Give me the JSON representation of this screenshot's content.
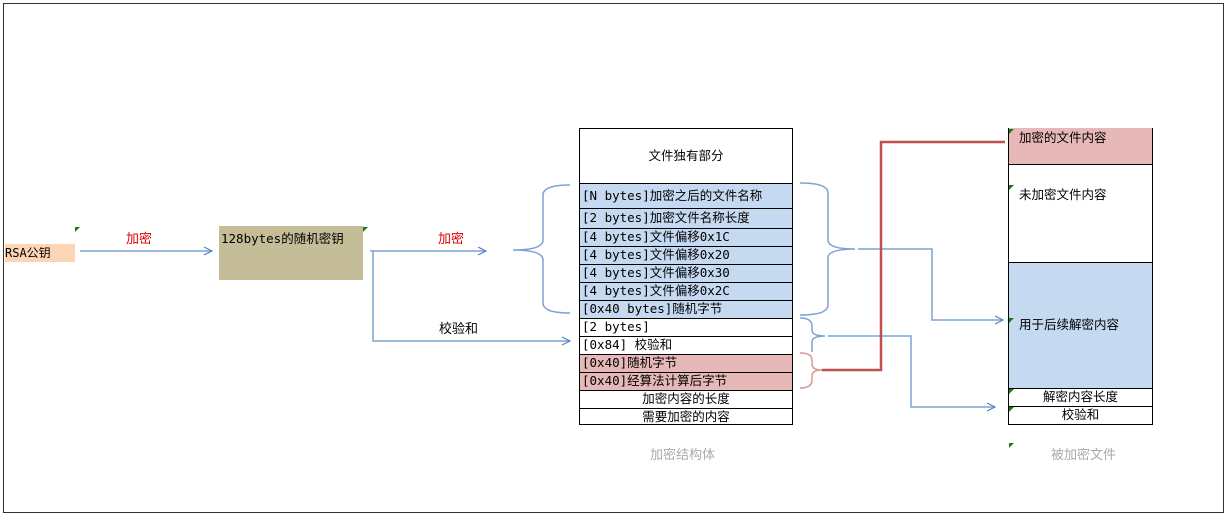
{
  "left": {
    "rsa_key": "RSA公钥",
    "encrypt_label_1": "加密",
    "random_key": "128bytes的随机密钥",
    "encrypt_label_2": "加密",
    "checksum_label": "校验和"
  },
  "struct": {
    "caption": "加密结构体",
    "rows": [
      "文件独有部分",
      "[N bytes]加密之后的文件名称",
      "[2 bytes]加密文件名称长度",
      "[4 bytes]文件偏移0x1C",
      "[4 bytes]文件偏移0x20",
      "[4 bytes]文件偏移0x30",
      "[4 bytes]文件偏移0x2C",
      "[0x40 bytes]随机字节",
      "[2 bytes]",
      "[0x84] 校验和",
      "[0x40]随机字节",
      "[0x40]经算法计算后字节",
      "加密内容的长度",
      "需要加密的内容"
    ]
  },
  "file": {
    "caption": "被加密文件",
    "rows": [
      "加密的文件内容",
      "未加密文件内容",
      "用于后续解密内容",
      "解密内容长度",
      "校验和"
    ]
  },
  "colors": {
    "blue": "#c5d9f1",
    "pink": "#e6b8b7",
    "key": "#c4bd97",
    "rsa": "#fcd5b4",
    "line": "#4f81bd",
    "red_line": "#c0504d"
  }
}
